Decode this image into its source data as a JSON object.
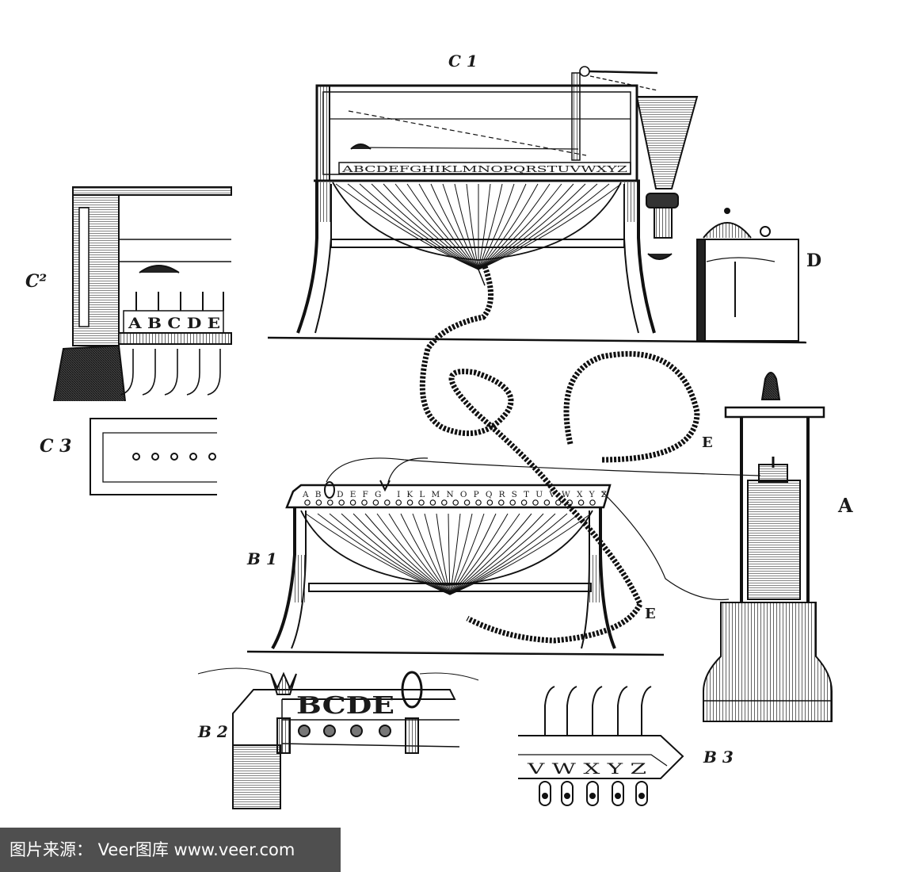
{
  "figure": {
    "labels": {
      "c1": "C 1",
      "c2": "C²",
      "c3": "C 3",
      "d": "D",
      "e_upper": "E",
      "e_lower": "E",
      "a": "A",
      "b1": "B 1",
      "b2": "B 2",
      "b3": "B 3"
    },
    "alphabets": {
      "c1_strip": "ABCDEFGHIKLMNOPQRSTUVWXYZ",
      "b1_strip": "AB   DEFG  IKLMNOPQRSTUVWXYZ",
      "c2_letters": "A B C D E",
      "b2_letters": "BCDE",
      "b3_letters": "V W X Y Z"
    }
  },
  "watermark": {
    "text": "图片来源： Veer图库 www.veer.com"
  }
}
